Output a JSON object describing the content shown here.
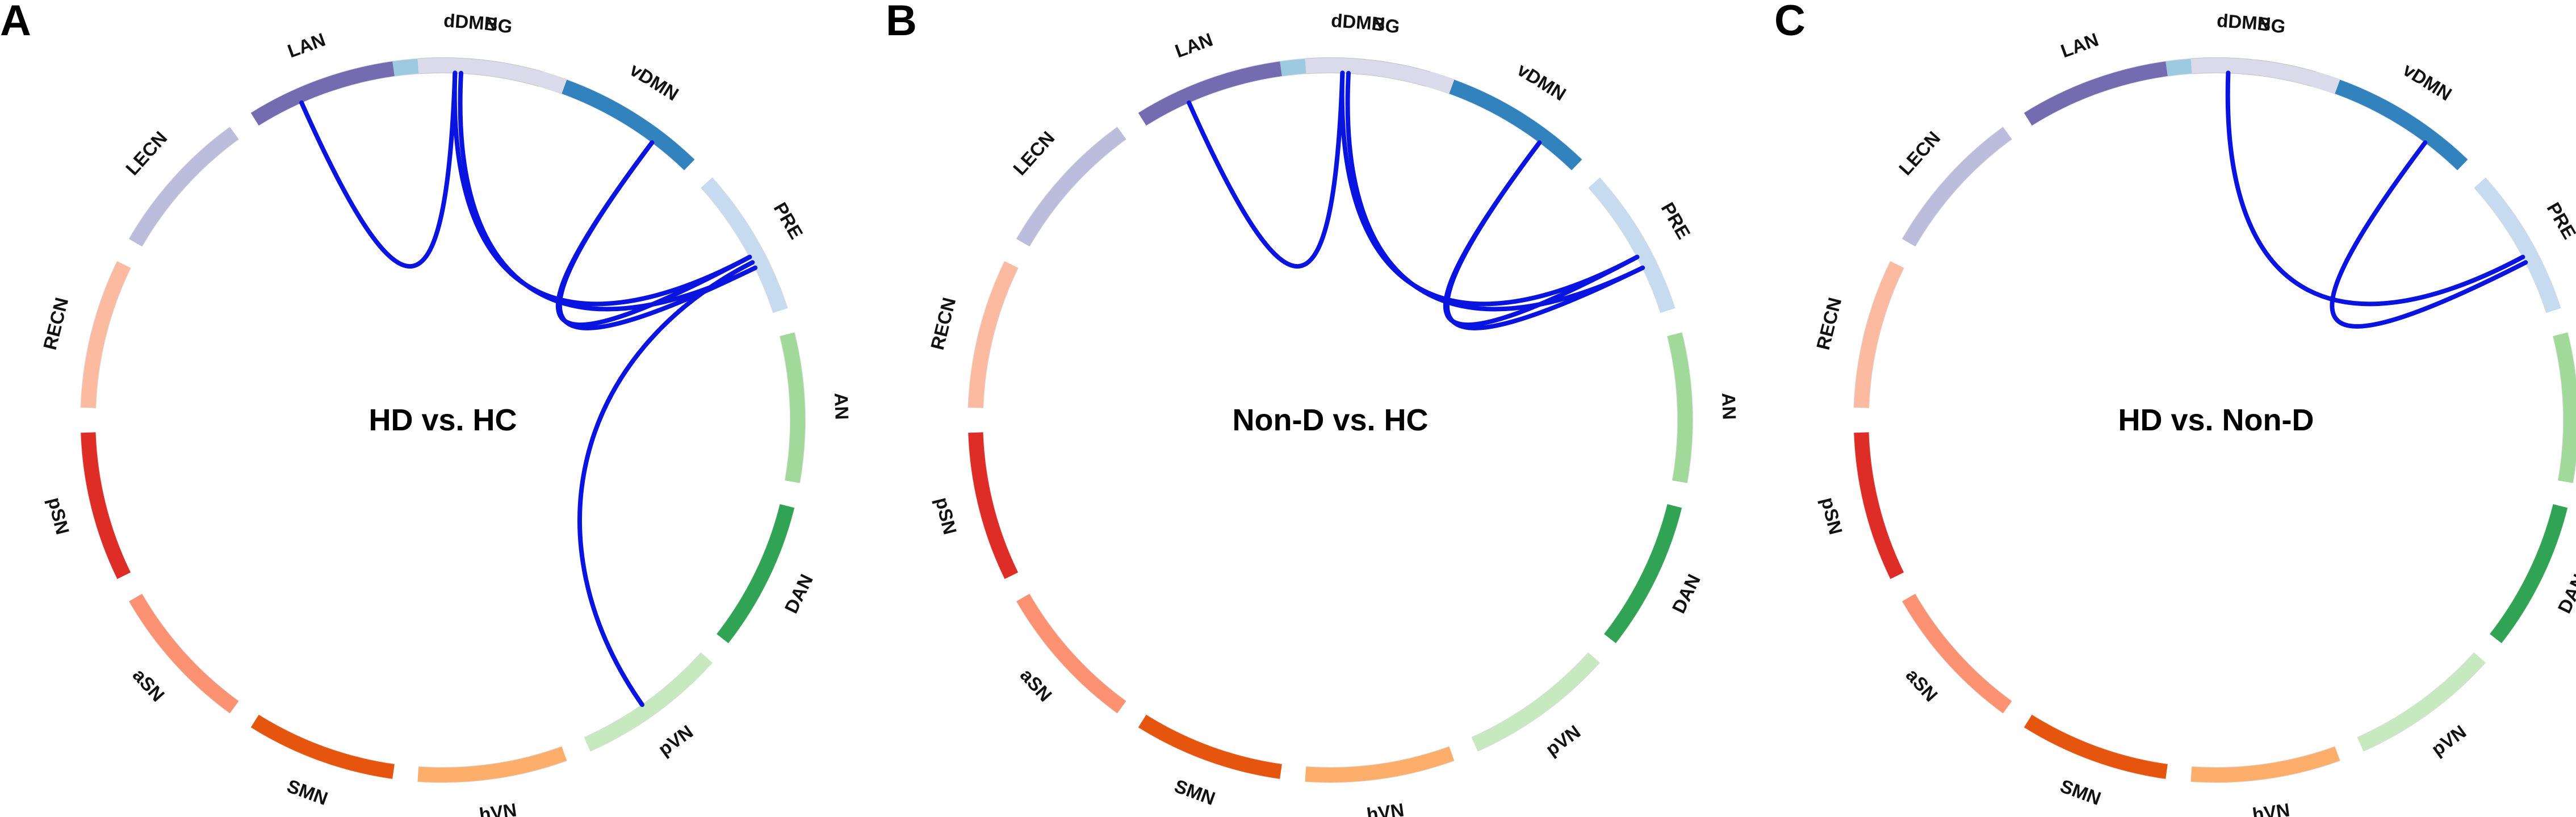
{
  "figure": {
    "networks": [
      {
        "id": "dDMN",
        "label": "dDMN",
        "color": "#9ecae1",
        "start": -8,
        "end": 16
      },
      {
        "id": "vDMN",
        "label": "vDMN",
        "color": "#3182bd",
        "start": 20,
        "end": 44
      },
      {
        "id": "PRE",
        "label": "PRE",
        "color": "#c6dbef",
        "start": 48,
        "end": 72
      },
      {
        "id": "AN",
        "label": "AN",
        "color": "#a1d99b",
        "start": 76,
        "end": 100
      },
      {
        "id": "DAN",
        "label": "DAN",
        "color": "#31a354",
        "start": 104,
        "end": 128
      },
      {
        "id": "pVN",
        "label": "pVN",
        "color": "#c7e9c0",
        "start": 132,
        "end": 156
      },
      {
        "id": "hVN",
        "label": "hVN",
        "color": "#fdae6b",
        "start": 160,
        "end": 184
      },
      {
        "id": "SMN",
        "label": "SMN",
        "color": "#e6550d",
        "start": 188,
        "end": 212
      },
      {
        "id": "aSN",
        "label": "aSN",
        "color": "#fc9272",
        "start": 216,
        "end": 240
      },
      {
        "id": "pSN",
        "label": "pSN",
        "color": "#de2d26",
        "start": 244,
        "end": 268
      },
      {
        "id": "RECN",
        "label": "RECN",
        "color": "#fcbba1",
        "start": 272,
        "end": 296
      },
      {
        "id": "LECN",
        "label": "LECN",
        "color": "#bcbddc",
        "start": 300,
        "end": 324
      },
      {
        "id": "LAN",
        "label": "LAN",
        "color": "#756bb1",
        "start": 328,
        "end": 352
      },
      {
        "id": "BG",
        "label": "BG",
        "color": "#dadaeb",
        "start": 356,
        "end": 380
      }
    ],
    "link_color": "#0a14e0",
    "panels": [
      {
        "letter": "A",
        "title": "HD vs. HC",
        "links": [
          {
            "from": "dDMN",
            "to": "LAN",
            "a1": 2,
            "a2": 336
          },
          {
            "from": "dDMN",
            "to": "PRE",
            "a1": 2,
            "a2": 62
          },
          {
            "from": "dDMN",
            "to": "PRE",
            "a1": 3,
            "a2": 64
          },
          {
            "from": "vDMN",
            "to": "PRE",
            "a1": 37,
            "a2": 62
          },
          {
            "from": "vDMN",
            "to": "PRE",
            "a1": 37,
            "a2": 64
          },
          {
            "from": "PRE",
            "to": "pVN",
            "a1": 63,
            "a2": 145
          }
        ]
      },
      {
        "letter": "B",
        "title": "Non-D vs. HC",
        "links": [
          {
            "from": "dDMN",
            "to": "LAN",
            "a1": 2,
            "a2": 336
          },
          {
            "from": "dDMN",
            "to": "PRE",
            "a1": 2,
            "a2": 62
          },
          {
            "from": "dDMN",
            "to": "PRE",
            "a1": 3,
            "a2": 64
          },
          {
            "from": "vDMN",
            "to": "PRE",
            "a1": 37,
            "a2": 62
          },
          {
            "from": "vDMN",
            "to": "PRE",
            "a1": 37,
            "a2": 64
          }
        ]
      },
      {
        "letter": "C",
        "title": "HD vs. Non-D",
        "links": [
          {
            "from": "dDMN",
            "to": "PRE",
            "a1": 2,
            "a2": 62
          },
          {
            "from": "vDMN",
            "to": "PRE",
            "a1": 37,
            "a2": 63
          }
        ]
      }
    ]
  }
}
